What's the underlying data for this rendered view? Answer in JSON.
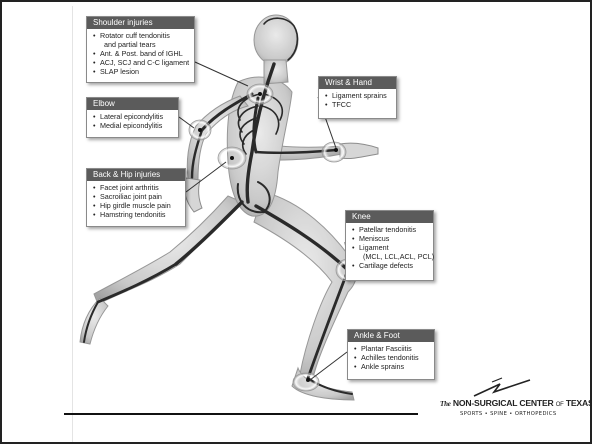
{
  "callouts": {
    "shoulder": {
      "title": "Shoulder injuries",
      "items": [
        "Rotator cuff tendonitis",
        "and partial tears",
        "Ant. & Post. band of IGHL",
        "ACJ, SCJ and C-C ligament",
        "SLAP lesion"
      ]
    },
    "elbow": {
      "title": "Elbow",
      "items": [
        "Lateral epicondylitis",
        "Medial epicondylitis"
      ]
    },
    "back": {
      "title": "Back & Hip injuries",
      "items": [
        "Facet joint arthritis",
        "Sacroiliac joint pain",
        "Hip girdle muscle pain",
        "Hamstring tendonitis"
      ]
    },
    "wrist": {
      "title": "Wrist & Hand",
      "items": [
        "Ligament sprains",
        "TFCC"
      ]
    },
    "knee": {
      "title": "Knee",
      "items": [
        "Patellar tendonitis",
        "Meniscus",
        "Ligament",
        "(MCL, LCL,ACL, PCL)",
        "Cartilage defects"
      ]
    },
    "ankle": {
      "title": "Ankle & Foot",
      "items": [
        "Plantar Fasciitis",
        "Achilles tendonitis",
        "Ankle sprains"
      ]
    }
  },
  "logo": {
    "the": "The",
    "name": "NON-SURGICAL CENTER",
    "of": "OF",
    "state": "TEXAS",
    "tagline": "SPORTS • SPINE • ORTHOPEDICS"
  },
  "colors": {
    "header_bg": "#5b5b5b",
    "figure_gray": "#b9b9b9",
    "bone": "#2a2a2a"
  }
}
